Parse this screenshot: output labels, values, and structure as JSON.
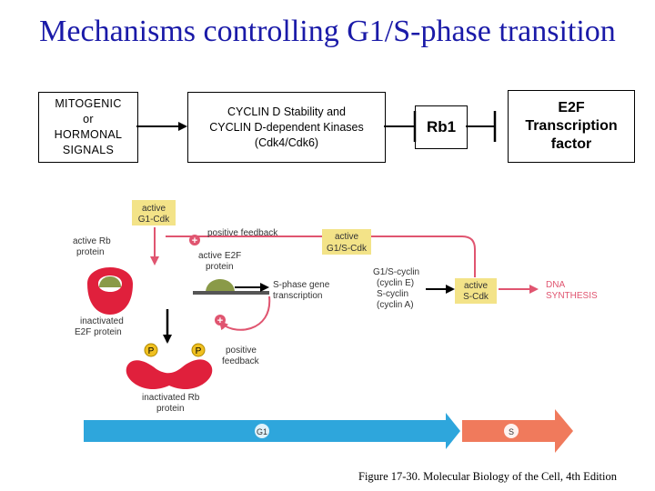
{
  "title": "Mechanisms controlling G1/S-phase transition",
  "boxes": {
    "mitogenic": [
      "MITOGENIC",
      "or",
      "HORMONAL",
      "SIGNALS"
    ],
    "cyclin": [
      "CYCLIN D Stability and",
      "CYCLIN D-dependent Kinases",
      "(Cdk4/Cdk6)"
    ],
    "rb1": "Rb1",
    "e2f": [
      "E2F",
      "Transcription",
      "factor"
    ]
  },
  "figure": {
    "active_g1_cdk": [
      "active",
      "G1-Cdk"
    ],
    "positive_feedback_top": "positive feedback",
    "active_g1s_cdk": [
      "active",
      "G1/S-Cdk"
    ],
    "active_rb": [
      "active Rb",
      "protein"
    ],
    "active_e2f": [
      "active E2F",
      "protein"
    ],
    "inactivated_e2f": [
      "inactivated",
      "E2F protein"
    ],
    "sphase_gene": [
      "S-phase gene",
      "transcription"
    ],
    "cyclins": [
      "G1/S-cyclin",
      "(cyclin E)",
      "S-cyclin",
      "(cyclin A)"
    ],
    "active_s_cdk": [
      "active",
      "S-Cdk"
    ],
    "dna_synthesis": [
      "DNA",
      "SYNTHESIS"
    ],
    "positive_feedback_bottom": [
      "positive",
      "feedback"
    ],
    "inactivated_rb": [
      "inactivated Rb",
      "protein"
    ],
    "phosphate": "P",
    "plus": "+",
    "phase_g1": "G1",
    "phase_s": "S"
  },
  "caption": "Figure 17-30. Molecular Biology of the Cell, 4th Edition",
  "colors": {
    "title": "#1a1aa8",
    "rb_red": "#e0203c",
    "e2f_green": "#8a9a48",
    "arrow_pink": "#e05570",
    "label_yellow": "#f3e388",
    "g1_blue": "#2ea6dc",
    "s_salmon": "#f07a5c"
  }
}
